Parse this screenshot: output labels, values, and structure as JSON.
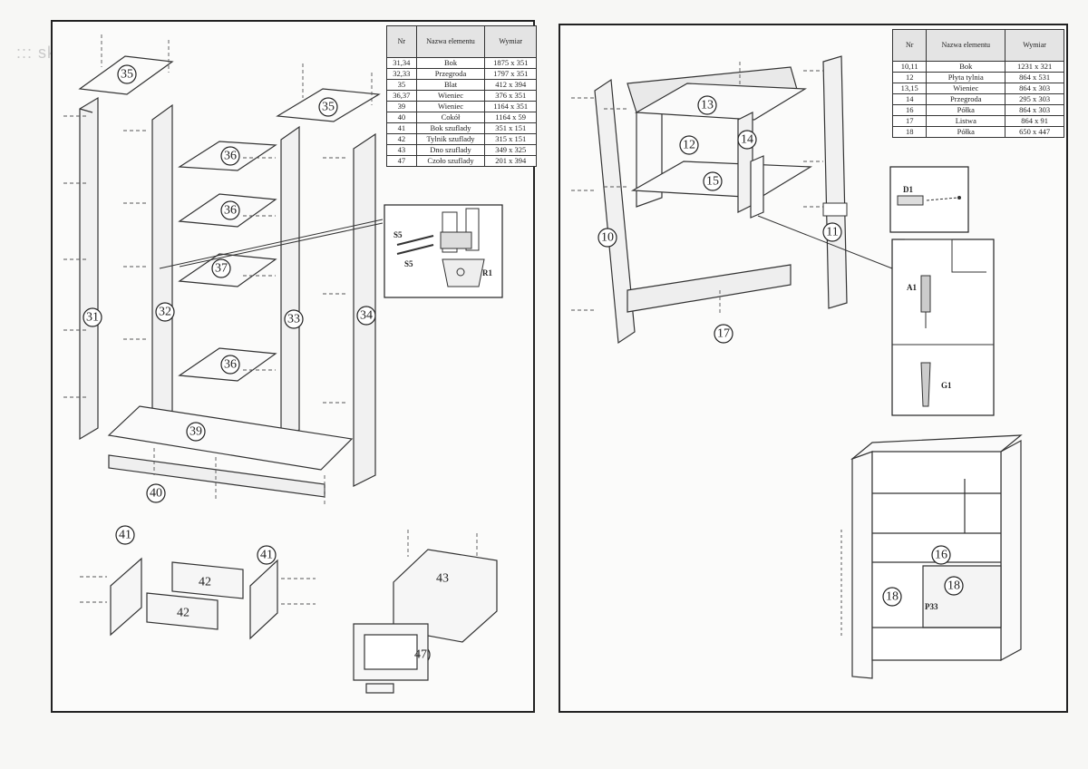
{
  "watermark": "::: skelbiu",
  "left_page": {
    "table": {
      "headers": [
        "Nr",
        "Nazwa elementu",
        "Wymiar"
      ],
      "rows": [
        [
          "31,34",
          "Bok",
          "1875 x 351"
        ],
        [
          "32,33",
          "Przegroda",
          "1797 x 351"
        ],
        [
          "35",
          "Blat",
          "412 x 394"
        ],
        [
          "36,37",
          "Wieniec",
          "376 x 351"
        ],
        [
          "39",
          "Wieniec",
          "1164 x 351"
        ],
        [
          "40",
          "Cokół",
          "1164 x 59"
        ],
        [
          "41",
          "Bok szuflady",
          "351 x 151"
        ],
        [
          "42",
          "Tylnik szuflady",
          "315 x 151"
        ],
        [
          "43",
          "Dno szuflady",
          "349 x 325"
        ],
        [
          "47",
          "Czoło szuflady",
          "201 x 394"
        ]
      ]
    },
    "balloons": {
      "b35a": "35",
      "b35b": "35",
      "b36a": "36",
      "b36b": "36",
      "b37": "37",
      "b36c": "36",
      "b31": "31",
      "b32": "32",
      "b33": "33",
      "b34": "34",
      "b39": "39",
      "b40": "40",
      "b41a": "41",
      "b41b": "41",
      "b42a": "42",
      "b42b": "42",
      "b43": "43",
      "b47": "47"
    },
    "detail_labels": {
      "s5a": "S5",
      "s5b": "S5",
      "r1": "R1"
    }
  },
  "right_page": {
    "table": {
      "headers": [
        "Nr",
        "Nazwa elementu",
        "Wymiar"
      ],
      "rows": [
        [
          "10,11",
          "Bok",
          "1231 x 321"
        ],
        [
          "12",
          "Płyta tylnia",
          "864 x 531"
        ],
        [
          "13,15",
          "Wieniec",
          "864 x 303"
        ],
        [
          "14",
          "Przegroda",
          "295 x 303"
        ],
        [
          "16",
          "Półka",
          "864 x 303"
        ],
        [
          "17",
          "Listwa",
          "864 x 91"
        ],
        [
          "18",
          "Półka",
          "650 x 447"
        ]
      ]
    },
    "balloons": {
      "b13": "13",
      "b12": "12",
      "b14": "14",
      "b15": "15",
      "b10": "10",
      "b11": "11",
      "b17": "17",
      "b16": "16",
      "b18a": "18",
      "b18b": "18"
    },
    "detail_labels": {
      "d1": "D1",
      "a1": "A1",
      "g1": "G1",
      "p33": "P33"
    }
  }
}
